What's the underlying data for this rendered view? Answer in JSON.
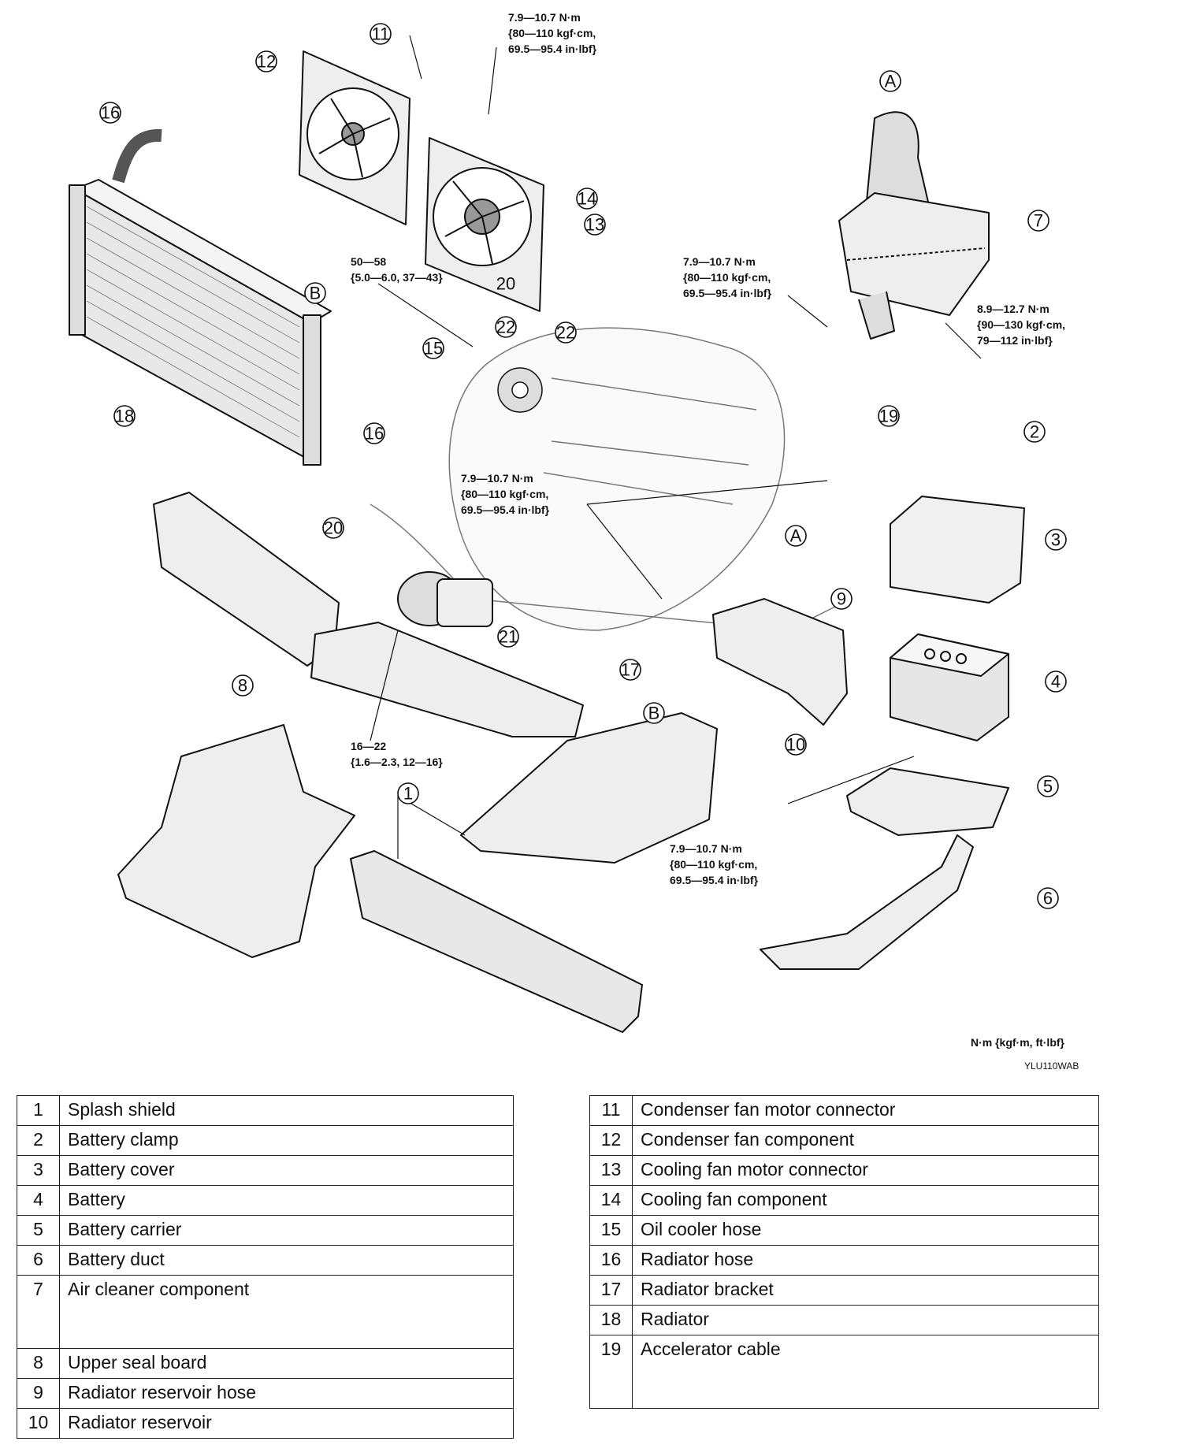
{
  "callouts": {
    "c1": [
      "7.9—10.7 N·m",
      "{80—110 kgf·cm,",
      "69.5—95.4 in·lbf}"
    ],
    "c2": [
      "50—58",
      "{5.0—6.0, 37—43}"
    ],
    "c3": [
      "7.9—10.7 N·m",
      "{80—110 kgf·cm,",
      "69.5—95.4 in·lbf}"
    ],
    "c4": [
      "8.9—12.7 N·m",
      "{90—130 kgf·cm,",
      "79—112 in·lbf}"
    ],
    "c5": [
      "7.9—10.7 N·m",
      "{80—110 kgf·cm,",
      "69.5—95.4 in·lbf}"
    ],
    "c6": [
      "16—22",
      "{1.6—2.3, 12—16}"
    ],
    "c7": [
      "7.9—10.7 N·m",
      "{80—110 kgf·cm,",
      "69.5—95.4 in·lbf}"
    ]
  },
  "markers": {
    "a": "A",
    "b": "B"
  },
  "units_note": "N·m {kgf·m, ft·lbf}",
  "figure_code": "YLU110WAB",
  "parts_left": [
    {
      "no": "1",
      "name": "Splash shield"
    },
    {
      "no": "2",
      "name": "Battery clamp"
    },
    {
      "no": "3",
      "name": "Battery cover"
    },
    {
      "no": "4",
      "name": "Battery"
    },
    {
      "no": "5",
      "name": "Battery carrier"
    },
    {
      "no": "6",
      "name": "Battery duct"
    },
    {
      "no": "7",
      "name": "Air cleaner component"
    },
    {
      "no": "8",
      "name": "Upper seal board"
    },
    {
      "no": "9",
      "name": "Radiator reservoir hose"
    },
    {
      "no": "10",
      "name": "Radiator reservoir"
    }
  ],
  "parts_right": [
    {
      "no": "11",
      "name": "Condenser fan motor connector"
    },
    {
      "no": "12",
      "name": "Condenser fan component"
    },
    {
      "no": "13",
      "name": "Cooling fan motor connector"
    },
    {
      "no": "14",
      "name": "Cooling fan component"
    },
    {
      "no": "15",
      "name": "Oil cooler hose"
    },
    {
      "no": "16",
      "name": "Radiator hose"
    },
    {
      "no": "17",
      "name": "Radiator bracket"
    },
    {
      "no": "18",
      "name": "Radiator"
    },
    {
      "no": "19",
      "name": "Accelerator cable"
    }
  ]
}
